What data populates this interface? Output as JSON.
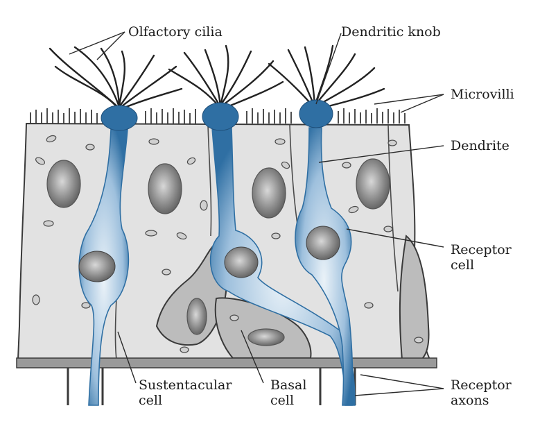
{
  "labels": {
    "olfactory_cilia": "Olfactory cilia",
    "dendritic_knob": "Dendritic knob",
    "microvilli": "Microvilli",
    "dendrite": "Dendrite",
    "receptor_cell_1": "Receptor",
    "receptor_cell_2": "cell",
    "receptor_axons_1": "Receptor",
    "receptor_axons_2": "axons",
    "sustentacular_1": "Sustentacular",
    "sustentacular_2": "cell",
    "basal_1": "Basal",
    "basal_2": "cell"
  },
  "colors": {
    "background": "#ffffff",
    "cell_fill": "#e2e2e2",
    "basal_fill": "#bcbcbc",
    "outline": "#3a3a3a",
    "receptor_blue": "#2f6fa3",
    "receptor_light": "#c9dbea",
    "nucleus": "#8a8a8a"
  }
}
